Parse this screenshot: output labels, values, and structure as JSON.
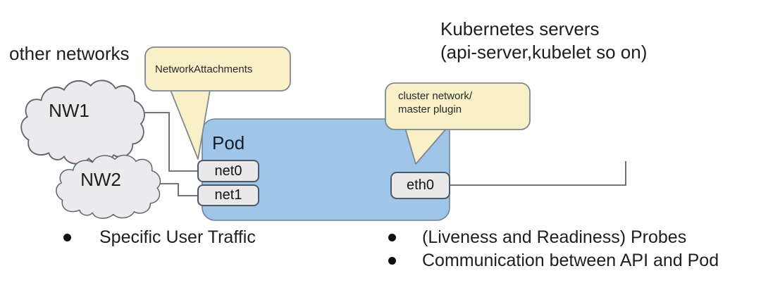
{
  "header": {
    "kubernetes_servers_line1": "Kubernetes servers",
    "kubernetes_servers_line2": "(api-server,kubelet so on)",
    "other_networks": "other networks"
  },
  "clouds": {
    "nw1": "NW1",
    "nw2": "NW2"
  },
  "pod": {
    "label": "Pod",
    "net0": "net0",
    "net1": "net1",
    "eth0": "eth0"
  },
  "callouts": {
    "network_attachments": "NetworkAttachments",
    "cluster_line1": "cluster network/",
    "cluster_line2": "master plugin"
  },
  "bullets": {
    "left": [
      "Specific User Traffic"
    ],
    "right": [
      "(Liveness and Readiness) Probes",
      "Communication between API and Pod"
    ]
  },
  "colors": {
    "pod_fill": "#9fc5e8",
    "callout_fill": "#faf0c8",
    "cloud_fill": "#ebebed",
    "box_fill": "#e9e9e9",
    "line": "#5f6570"
  }
}
